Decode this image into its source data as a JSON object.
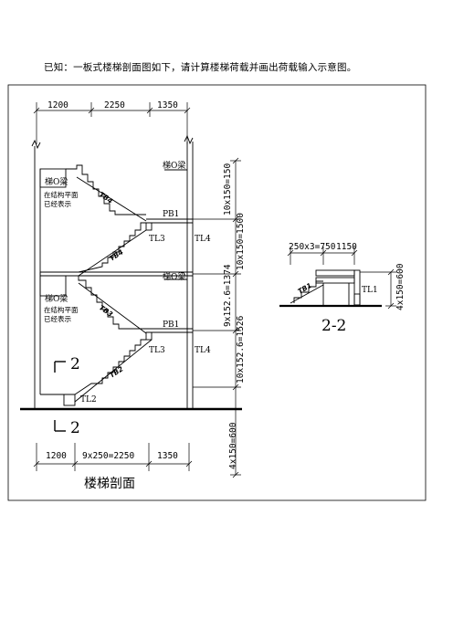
{
  "question": "已知：一板式楼梯剖面图如下，请计算楼梯荷载并画出荷载输入示意图。",
  "section": {
    "top_dims": [
      "1200",
      "2250",
      "1350"
    ],
    "bottom_dims": [
      "1200",
      "9x250=2250",
      "1350"
    ],
    "right_dims": [
      "10x150=150",
      "10x150=1500",
      "9x152.6=1374",
      "10x152.6=1526",
      "4x150=600"
    ],
    "beam_labels": [
      "梯O梁",
      "梯O梁"
    ],
    "note_labels": [
      "在结构平面",
      "已经表示",
      "在结构平面",
      "已经表示"
    ],
    "slab_labels": [
      "PB1",
      "PB1"
    ],
    "tl3_labels": [
      "TL3",
      "TL3"
    ],
    "tl4_labels": [
      "TL4",
      "TL4"
    ],
    "tl2_label": "TL2",
    "tb_labels": [
      "TB4",
      "TB4",
      "TB3",
      "TB2"
    ],
    "cut_marks": [
      "2",
      "2"
    ],
    "caption": "楼梯剖面"
  },
  "detail": {
    "dims": [
      "250x3=750",
      "1150"
    ],
    "right_dim": "4x150=600",
    "tl1_label": "TL1",
    "tb_label": "TB1",
    "caption": "2-2"
  }
}
